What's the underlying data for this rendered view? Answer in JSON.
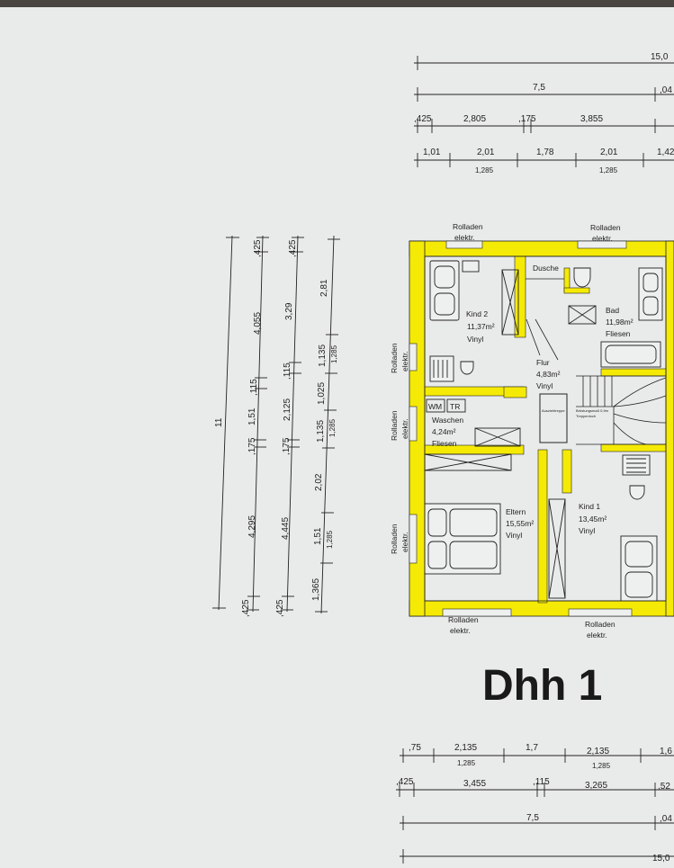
{
  "title": "Dhh 1",
  "top_dimensions": {
    "overall": "15,0",
    "row2": [
      "7,5",
      ",04"
    ],
    "row3": [
      ",425",
      "2,805",
      ",175",
      "3,855"
    ],
    "row4": [
      "1,01",
      "2,01",
      "1,78",
      "2,01",
      "1,42"
    ],
    "row4_sub": [
      "1,285",
      "1,285"
    ]
  },
  "bottom_dimensions": {
    "row1": [
      ",75",
      "2,135",
      "1,7",
      "2,135",
      "1,6"
    ],
    "row1_sub": [
      "1,285",
      "1,285"
    ],
    "row2": [
      ",425",
      "3,455",
      ",115",
      "3,265",
      ",52"
    ],
    "row3": [
      "7,5",
      ",04"
    ],
    "row4": [
      "15,0"
    ]
  },
  "left_dimensions": {
    "overall": "11",
    "col2": [
      ",425",
      "4,055",
      ",115",
      "1,51",
      ",175",
      "4,295",
      ",425"
    ],
    "col3": [
      ",425",
      "3,29",
      ",115",
      "2,125",
      ",175",
      "4,445",
      ",425"
    ],
    "col4": [
      "2,81",
      "1,135",
      "1,025",
      "1,135",
      "2,02",
      "1,51",
      "1,365"
    ],
    "col4_sub": [
      "1,285",
      "1,285",
      "1,285"
    ]
  },
  "rooms": [
    {
      "name": "Kind 2",
      "area": "11,37m²",
      "floor": "Vinyl"
    },
    {
      "name": "Dusche"
    },
    {
      "name": "Bad",
      "area": "11,98m²",
      "floor": "Fliesen"
    },
    {
      "name": "Flur",
      "area": "4,83m²",
      "floor": "Vinyl"
    },
    {
      "name": "Waschen",
      "area": "4,24m²",
      "floor": "Fliesen"
    },
    {
      "name": "Eltern",
      "area": "15,55m²",
      "floor": "Vinyl"
    },
    {
      "name": "Kind 1",
      "area": "13,45m²",
      "floor": "Vinyl"
    }
  ],
  "labels": {
    "shutter_line1": "Rolladen",
    "shutter_line2": "elektr.",
    "wm": "WM",
    "tr": "TR",
    "stair_note1": "Ausziehtreppe",
    "stair_note2": "Brüstungsmaß 0,9m",
    "stair_note3": "Treppenloch"
  },
  "colors": {
    "paper": "#e9eaea",
    "wall": "#f5ea05",
    "line": "#222222"
  }
}
